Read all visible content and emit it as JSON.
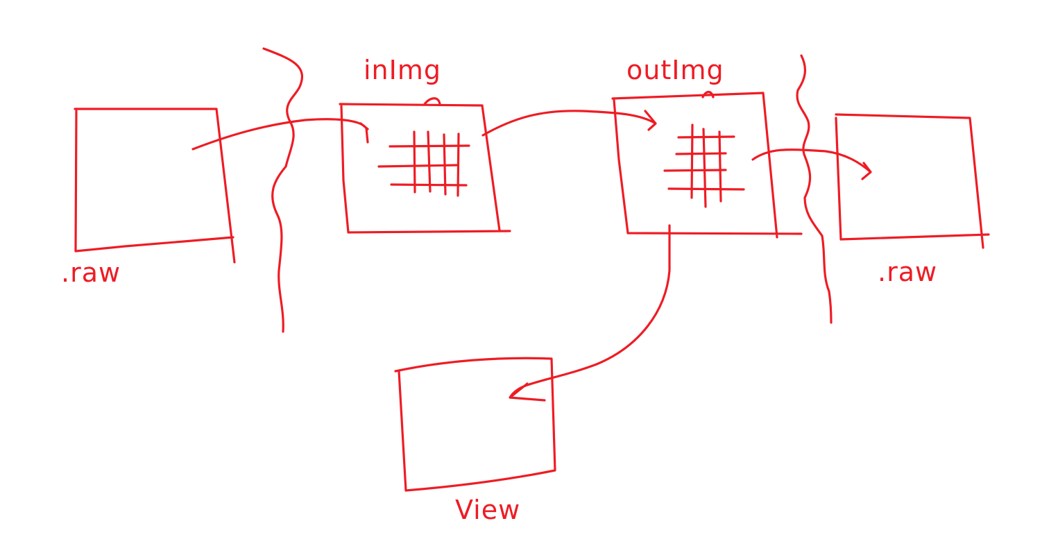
{
  "colors": {
    "ink": "#ee1c24",
    "background": "#ffffff"
  },
  "labels": {
    "raw_in": ".raw",
    "in_img": "inImg",
    "out_img": "outImg",
    "raw_out": ".raw",
    "view": "View"
  }
}
